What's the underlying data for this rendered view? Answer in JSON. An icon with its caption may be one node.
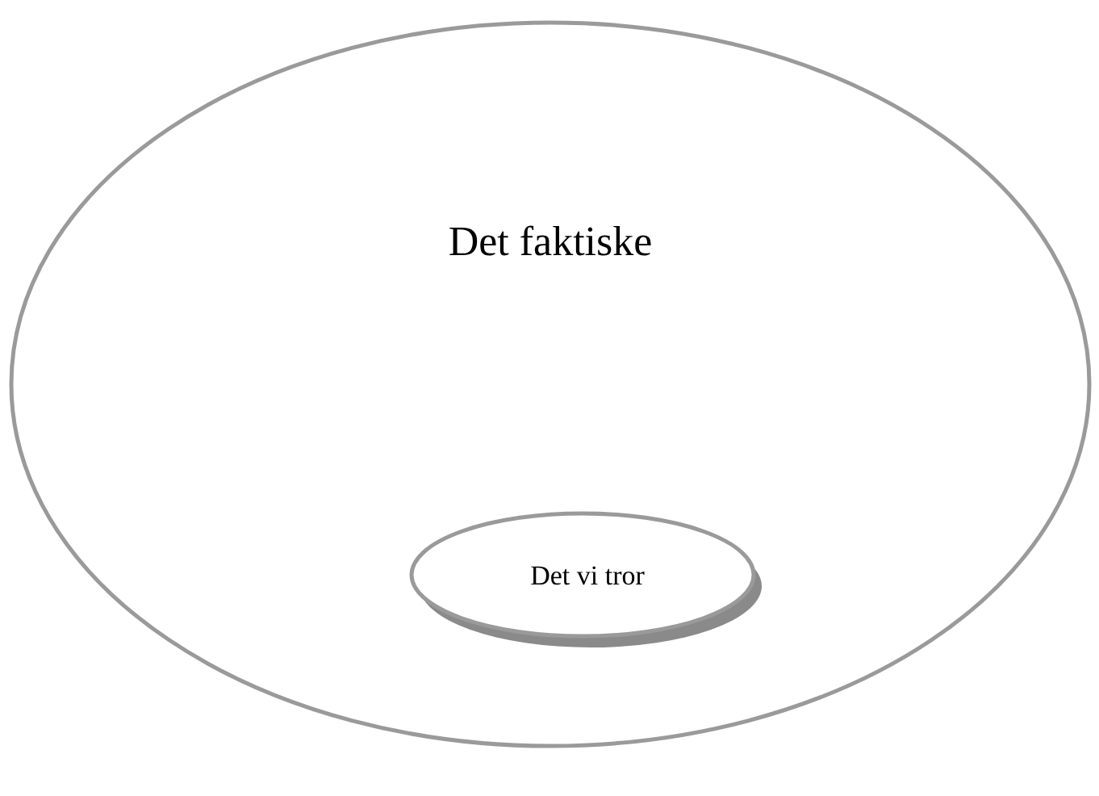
{
  "diagram": {
    "nodes": [
      {
        "text": [
          "Det faktiske"
        ]
      },
      {
        "text": [
          "Det vi tror"
        ],
        "in": 0
      }
    ]
  }
}
